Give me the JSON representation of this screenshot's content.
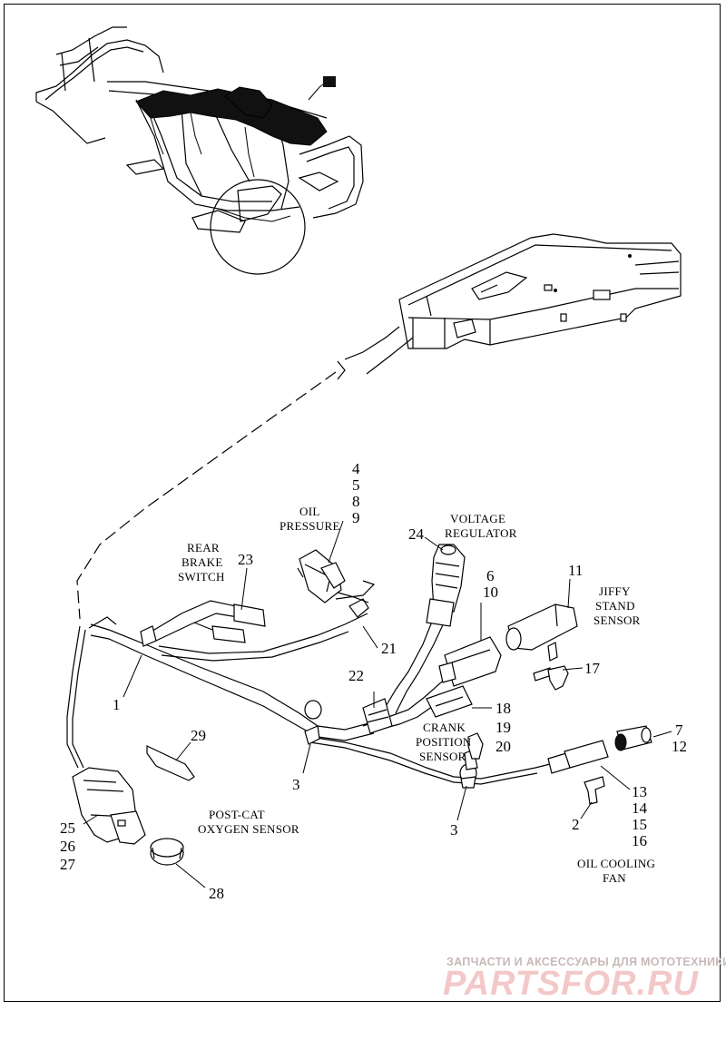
{
  "callouts": {
    "c1": "1",
    "c2": "2",
    "c3a": "3",
    "c3b": "3",
    "c4": "4",
    "c5": "5",
    "c6": "6",
    "c7": "7",
    "c8": "8",
    "c9": "9",
    "c10": "10",
    "c11": "11",
    "c12": "12",
    "c13": "13",
    "c14": "14",
    "c15": "15",
    "c16": "16",
    "c17": "17",
    "c18": "18",
    "c19": "19",
    "c20": "20",
    "c21": "21",
    "c22": "22",
    "c23": "23",
    "c24": "24",
    "c25": "25",
    "c26": "26",
    "c27": "27",
    "c28": "28",
    "c29": "29"
  },
  "labels": {
    "oil_pressure_1": "OIL",
    "oil_pressure_2": "PRESSURE",
    "voltage_regulator_1": "VOLTAGE",
    "voltage_regulator_2": "REGULATOR",
    "rear_brake_1": "REAR",
    "rear_brake_2": "BRAKE",
    "rear_brake_3": "SWITCH",
    "jiffy_1": "JIFFY",
    "jiffy_2": "STAND",
    "jiffy_3": "SENSOR",
    "crank_1": "CRANK",
    "crank_2": "POSITION",
    "crank_3": "SENSOR",
    "postcat_1": "POST-CAT",
    "postcat_2": "OXYGEN SENSOR",
    "oilfan_1": "OIL COOLING",
    "oilfan_2": "FAN"
  },
  "watermark": {
    "top": "ЗАПЧАСТИ И АКСЕССУАРЫ ДЛЯ МОТОТЕХНИКИ",
    "brand": "PARTSFOR.RU"
  }
}
